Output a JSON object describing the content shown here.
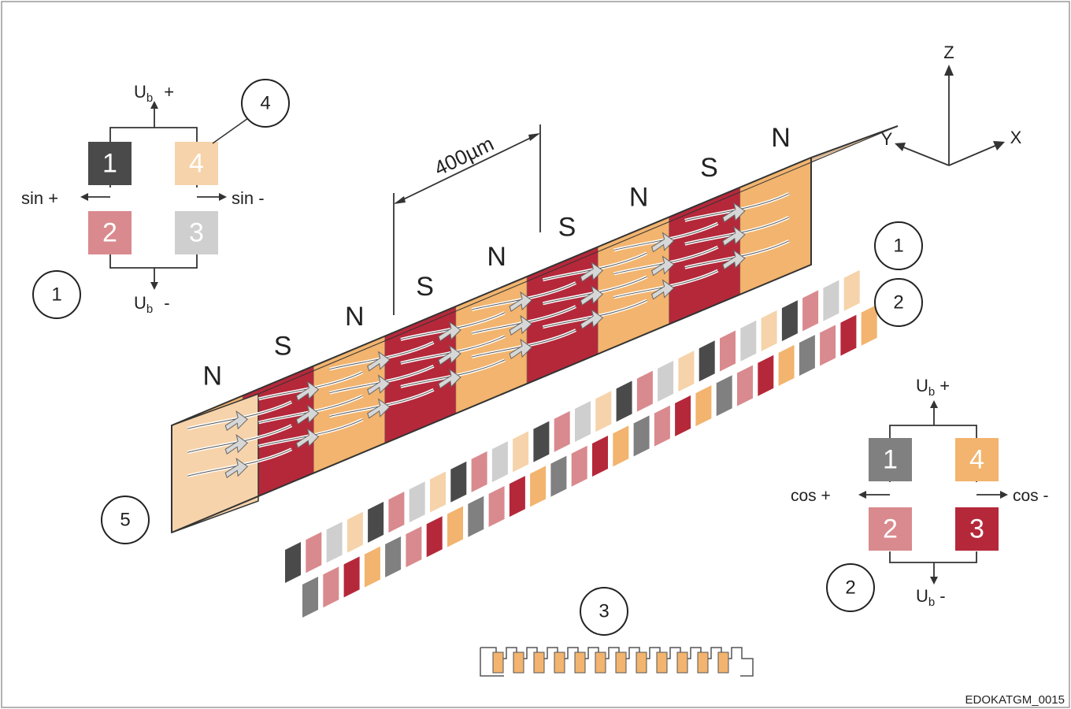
{
  "colors": {
    "dark": "#4a4a4a",
    "mid_gray": "#808080",
    "light_gray": "#cfcfcf",
    "pink": "#d98a8e",
    "crimson": "#b5283a",
    "peach": "#f6d3aa",
    "orange": "#f2b46e",
    "face_pink": "#e3a4a6"
  },
  "bridge1": {
    "ub_plus": "U",
    "ub_plus_sub": "b",
    "ub_plus_sign": "+",
    "ub_minus": "U",
    "ub_minus_sub": "b",
    "ub_minus_sign": "-",
    "out_left": "sin +",
    "out_right": "sin -",
    "blocks": [
      "1",
      "4",
      "2",
      "3"
    ],
    "callout": "1",
    "callout_element": "4"
  },
  "bridge2": {
    "ub_plus": "U",
    "ub_plus_sub": "b",
    "ub_plus_sign": "+",
    "ub_minus": "U",
    "ub_minus_sub": "b",
    "ub_minus_sign": "-",
    "out_left": "cos +",
    "out_right": "cos -",
    "blocks": [
      "1",
      "4",
      "2",
      "3"
    ],
    "callout": "2"
  },
  "magnet": {
    "poles": [
      "N",
      "S",
      "N",
      "S",
      "N",
      "S",
      "N",
      "S",
      "N"
    ],
    "pitch_label": "400µm",
    "callout": "5"
  },
  "sensor": {
    "callout_row1": "1",
    "callout_row2": "2"
  },
  "meander": {
    "callout": "3"
  },
  "axes": {
    "z": "Z",
    "y": "Y",
    "x": "X"
  },
  "figure_code": "EDOKATGM_0015"
}
